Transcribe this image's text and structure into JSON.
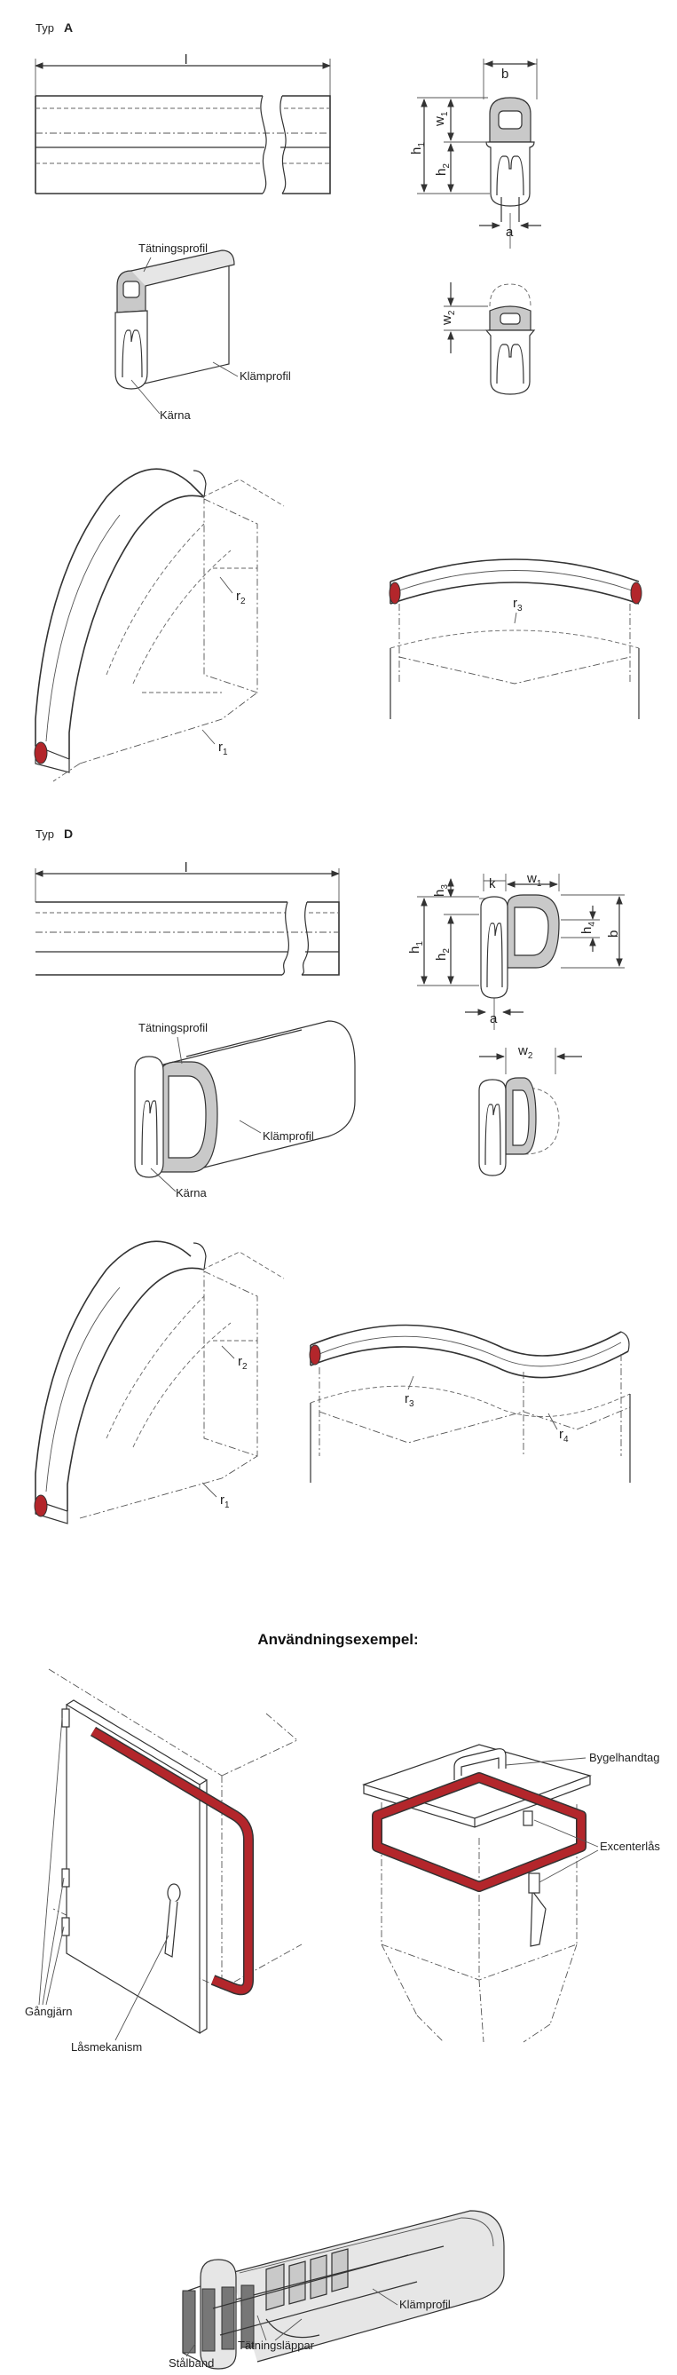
{
  "typeA": {
    "prefix": "Typ",
    "letter": "A",
    "dim_l": "l",
    "dim_b": "b",
    "dim_w1": "w",
    "dim_w1_sub": "1",
    "dim_h1": "h",
    "dim_h1_sub": "1",
    "dim_h2": "h",
    "dim_h2_sub": "2",
    "dim_a": "a",
    "dim_w2": "w",
    "dim_w2_sub": "2",
    "label_seal": "Tätningsprofil",
    "label_clamp": "Klämprofil",
    "label_core": "Kärna",
    "dim_r1": "r",
    "dim_r1_sub": "1",
    "dim_r2": "r",
    "dim_r2_sub": "2",
    "dim_r3": "r",
    "dim_r3_sub": "3"
  },
  "typeD": {
    "prefix": "Typ",
    "letter": "D",
    "dim_l": "l",
    "dim_h3": "h",
    "dim_h3_sub": "3",
    "dim_k": "k",
    "dim_w1": "w",
    "dim_w1_sub": "1",
    "dim_h1": "h",
    "dim_h1_sub": "1",
    "dim_h2": "h",
    "dim_h2_sub": "2",
    "dim_h4": "h",
    "dim_h4_sub": "4",
    "dim_b": "b",
    "dim_a": "a",
    "dim_w2": "w",
    "dim_w2_sub": "2",
    "label_seal": "Tätningsprofil",
    "label_clamp": "Klämprofil",
    "label_core": "Kärna",
    "dim_r1": "r",
    "dim_r1_sub": "1",
    "dim_r2": "r",
    "dim_r2_sub": "2",
    "dim_r3": "r",
    "dim_r3_sub": "3",
    "dim_r4": "r",
    "dim_r4_sub": "4"
  },
  "usage": {
    "title": "Användningsexempel:",
    "label_hinges": "Gångjärn",
    "label_lock": "Låsmekanism",
    "label_handle": "Bygelhandtag",
    "label_latch": "Excenterlås"
  },
  "detail": {
    "label_lips": "Tätningsläppar",
    "label_band": "Stålband",
    "label_clamp": "Klämprofil"
  },
  "colors": {
    "seal_red": "#b3262b",
    "seal_grey": "#c9c9c9",
    "line": "#333333"
  }
}
